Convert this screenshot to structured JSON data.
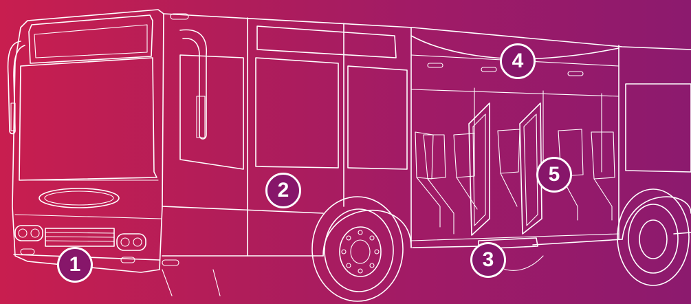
{
  "scene": {
    "subject": "bus"
  },
  "colors": {
    "gradient_start": "#c81e4f",
    "gradient_end": "#8c1a6e",
    "line": "#ffffff",
    "marker_fill": "#87166a"
  },
  "markers": [
    {
      "label": "1"
    },
    {
      "label": "2"
    },
    {
      "label": "3"
    },
    {
      "label": "4"
    },
    {
      "label": "5"
    }
  ]
}
